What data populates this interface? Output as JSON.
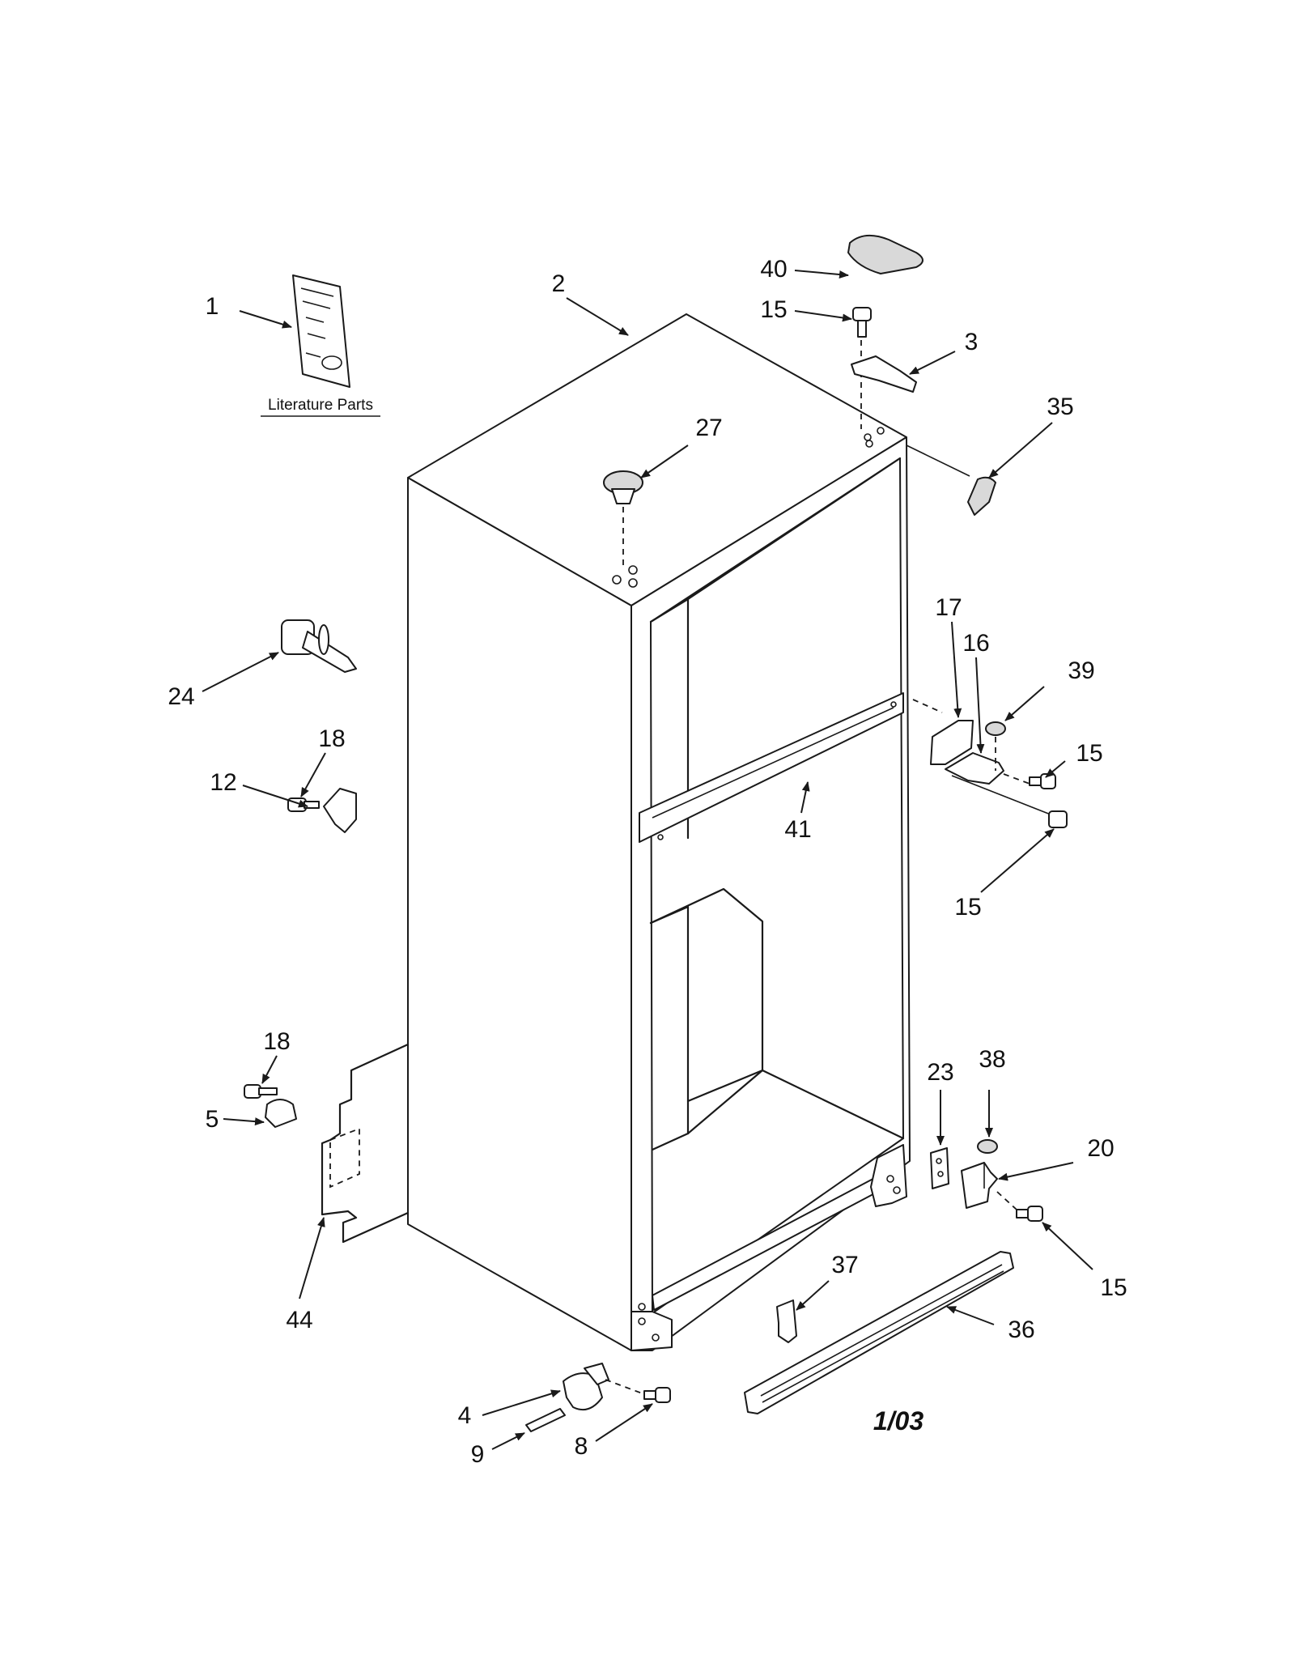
{
  "diagram": {
    "literature_label": "Literature Parts",
    "revision": "1/03",
    "callouts": [
      {
        "id": "c1",
        "label": "1"
      },
      {
        "id": "c2",
        "label": "2"
      },
      {
        "id": "c40",
        "label": "40"
      },
      {
        "id": "c15a",
        "label": "15"
      },
      {
        "id": "c3",
        "label": "3"
      },
      {
        "id": "c35",
        "label": "35"
      },
      {
        "id": "c27",
        "label": "27"
      },
      {
        "id": "c24",
        "label": "24"
      },
      {
        "id": "c18a",
        "label": "18"
      },
      {
        "id": "c12",
        "label": "12"
      },
      {
        "id": "c17",
        "label": "17"
      },
      {
        "id": "c16",
        "label": "16"
      },
      {
        "id": "c39",
        "label": "39"
      },
      {
        "id": "c15b",
        "label": "15"
      },
      {
        "id": "c41",
        "label": "41"
      },
      {
        "id": "c15c",
        "label": "15"
      },
      {
        "id": "c18b",
        "label": "18"
      },
      {
        "id": "c5",
        "label": "5"
      },
      {
        "id": "c23",
        "label": "23"
      },
      {
        "id": "c38",
        "label": "38"
      },
      {
        "id": "c20",
        "label": "20"
      },
      {
        "id": "c15d",
        "label": "15"
      },
      {
        "id": "c44",
        "label": "44"
      },
      {
        "id": "c37",
        "label": "37"
      },
      {
        "id": "c36",
        "label": "36"
      },
      {
        "id": "c4",
        "label": "4"
      },
      {
        "id": "c9",
        "label": "9"
      },
      {
        "id": "c8",
        "label": "8"
      }
    ]
  }
}
